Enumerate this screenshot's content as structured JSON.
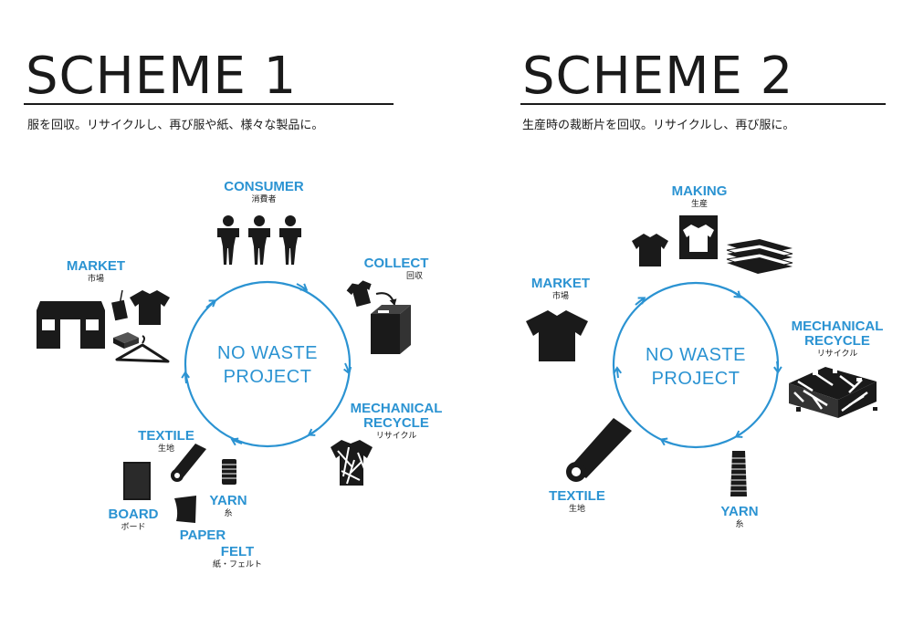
{
  "colors": {
    "accent": "#2b93d2",
    "ink": "#1a1a1a"
  },
  "scheme1": {
    "title": "SCHEME 1",
    "description": "服を回収。リサイクルし、再び服や紙、様々な製品に。",
    "center_line1": "NO WASTE",
    "center_line2": "PROJECT",
    "consumer": {
      "en": "CONSUMER",
      "jp": "消費者"
    },
    "collect": {
      "en": "COLLECT",
      "jp": "回収"
    },
    "mechanical": {
      "en1": "MECHANICAL",
      "en2": "RECYCLE",
      "jp": "リサイクル"
    },
    "market": {
      "en": "MARKET",
      "jp": "市場"
    },
    "textile": {
      "en": "TEXTILE",
      "jp": "生地"
    },
    "yarn": {
      "en": "YARN",
      "jp": "糸"
    },
    "board": {
      "en": "BOARD",
      "jp": "ボード"
    },
    "paper": {
      "en": "PAPER"
    },
    "felt": {
      "en": "FELT",
      "jp": "紙・フェルト"
    },
    "icons": [
      "people-icon",
      "tshirt-icon",
      "collection-box-icon",
      "shredded-tshirt-icon",
      "spool-icon",
      "fabric-roll-icon",
      "board-icon",
      "paper-icon",
      "storefront-icon",
      "price-tag-icon",
      "folded-cloth-icon",
      "hanger-icon"
    ]
  },
  "scheme2": {
    "title": "SCHEME 2",
    "description": "生産時の裁断片を回収。リサイクルし、再び服に。",
    "center_line1": "NO WASTE",
    "center_line2": "PROJECT",
    "making": {
      "en": "MAKING",
      "jp": "生産"
    },
    "mechanical": {
      "en1": "MECHANICAL",
      "en2": "RECYCLE",
      "jp": "リサイクル"
    },
    "yarn": {
      "en": "YARN",
      "jp": "糸"
    },
    "textile": {
      "en": "TEXTILE",
      "jp": "生地"
    },
    "market": {
      "en": "MARKET",
      "jp": "市場"
    },
    "icons": [
      "tshirt-icon",
      "framed-tshirt-icon",
      "fabric-stack-icon",
      "scrap-pile-icon",
      "spool-icon",
      "fabric-roll-icon"
    ]
  }
}
